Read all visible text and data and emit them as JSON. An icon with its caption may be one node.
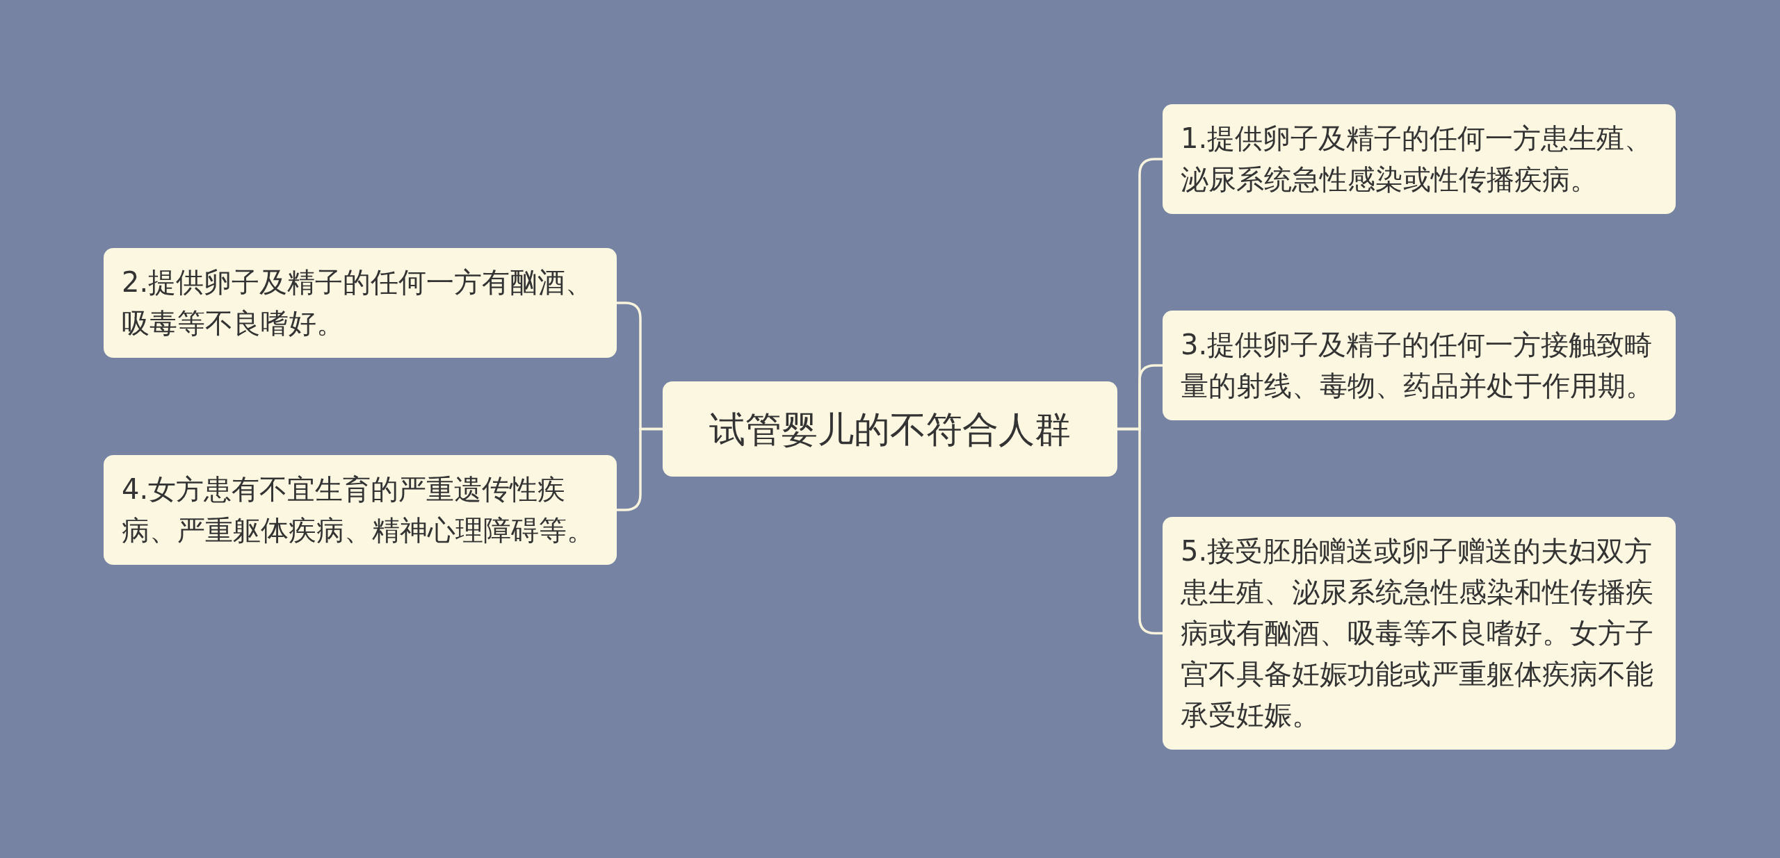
{
  "diagram": {
    "nodes": [
      {
        "text": [
          "试管婴儿的不符合人群"
        ]
      },
      {
        "text": [
          "1.提供卵子及精子的任何一方患生殖、泌尿系统急性感染或性传播疾病。"
        ]
      },
      {
        "text": [
          "2.提供卵子及精子的任何一方有酗酒、吸毒等不良嗜好。"
        ]
      },
      {
        "text": [
          "3.提供卵子及精子的任何一方接触致畸量的射线、毒物、药品并处于作用期。"
        ]
      },
      {
        "text": [
          "4.女方患有不宜生育的严重遗传性疾病、严重躯体疾病、精神心理障碍等。"
        ]
      },
      {
        "text": [
          "5.接受胚胎赠送或卵子赠送的夫妇双方患生殖、泌尿系统急性感染和性传播疾病或有酗酒、吸毒等不良嗜好。女方子宫不具备妊娠功能或严重躯体疾病不能承受妊娠。"
        ]
      }
    ],
    "edges": [
      {
        "from": 0,
        "to": 1,
        "arrow": "none"
      },
      {
        "from": 0,
        "to": 2,
        "arrow": "none"
      },
      {
        "from": 0,
        "to": 3,
        "arrow": "none"
      },
      {
        "from": 0,
        "to": 4,
        "arrow": "none"
      },
      {
        "from": 0,
        "to": 5,
        "arrow": "none"
      }
    ]
  }
}
